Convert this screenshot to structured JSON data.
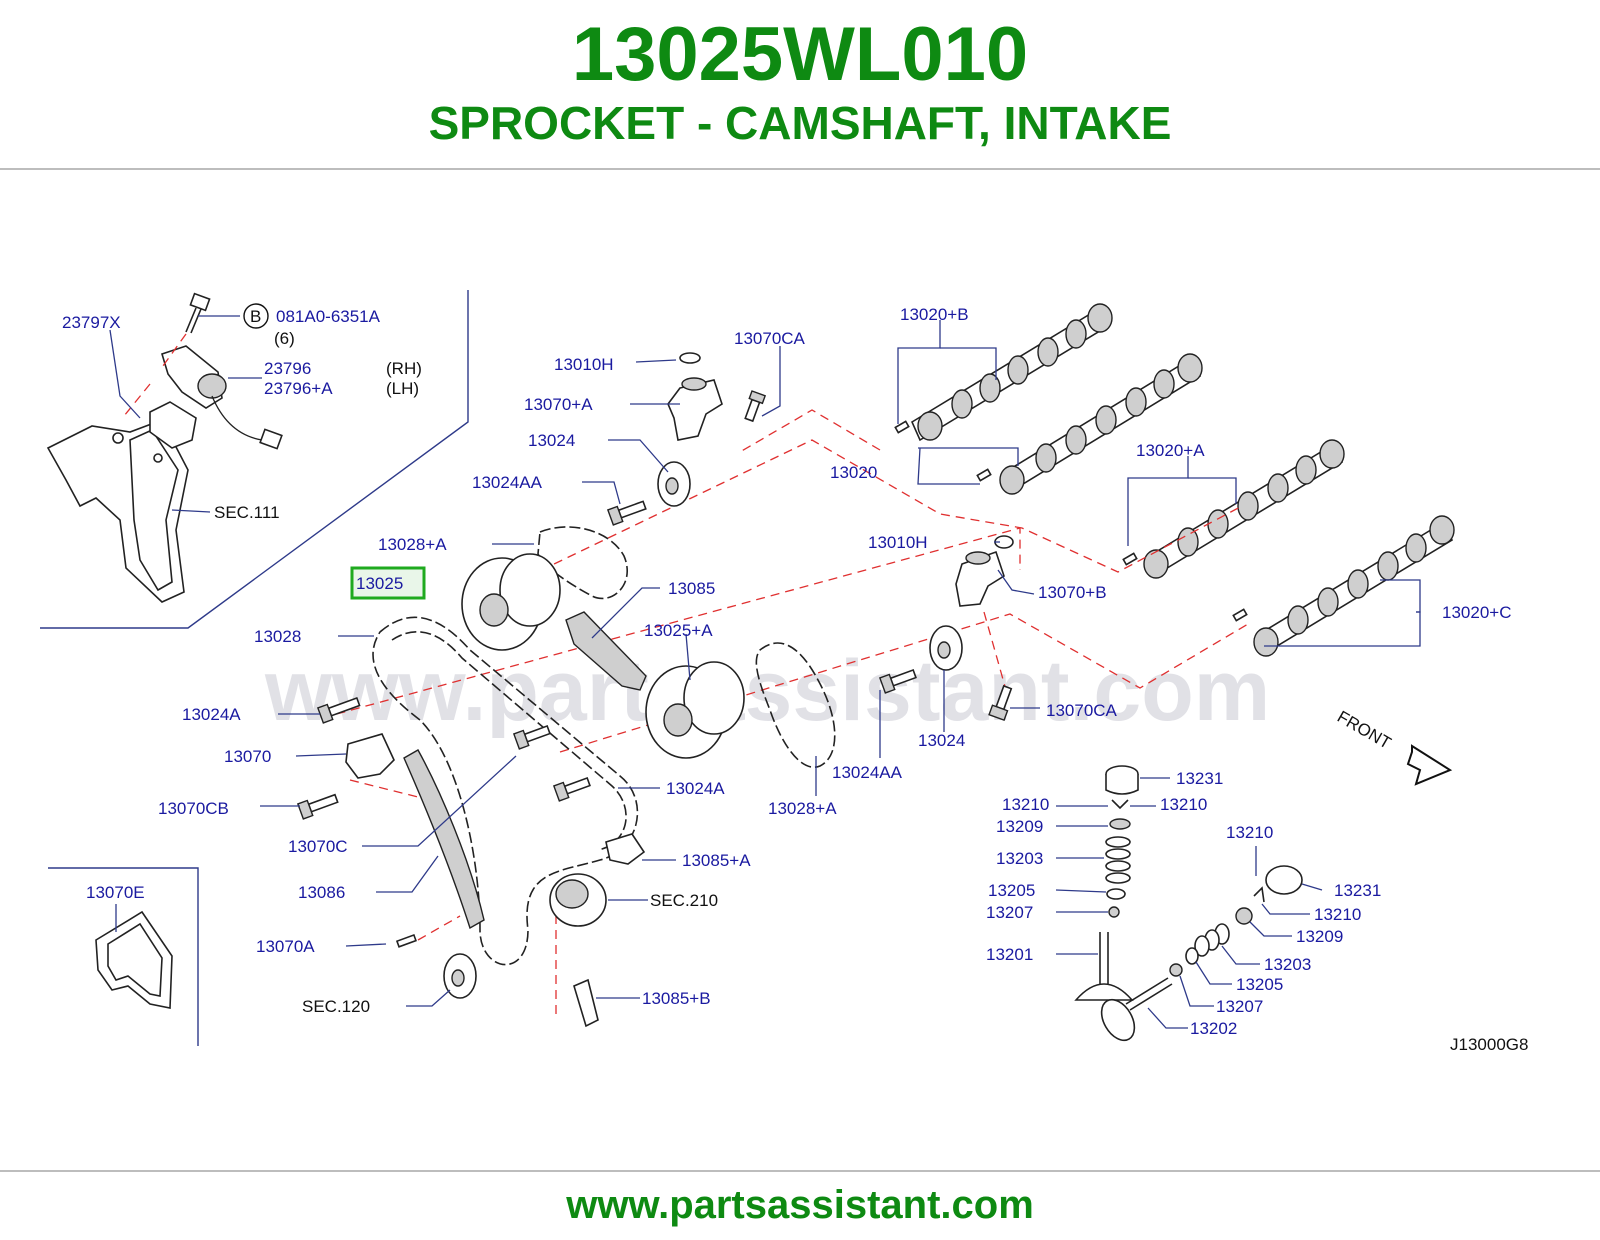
{
  "header": {
    "part_number": "13025WL010",
    "description": "SPROCKET - CAMSHAFT, INTAKE"
  },
  "diagram": {
    "watermark": "www.partsassistant.com",
    "diagram_code": "J13000G8",
    "front_label": "FRONT",
    "highlighted_label": "13025",
    "highlight_color": "#1faa1f",
    "labels": {
      "l_23797x": "23797X",
      "l_bolt_circle": "B",
      "l_081a0": "081A0-6351A",
      "l_qty6": "(6)",
      "l_23796": "23796",
      "l_rh": "(RH)",
      "l_23796a": "23796+A",
      "l_lh": "(LH)",
      "l_sec111": "SEC.111",
      "l_13010h_a": "13010H",
      "l_13070ca_a": "13070CA",
      "l_13070a_plus": "13070+A",
      "l_13024_a": "13024",
      "l_13024aa_a": "13024AA",
      "l_13020b": "13020+B",
      "l_13020": "13020",
      "l_13020a": "13020+A",
      "l_13028a_top": "13028+A",
      "l_13010h_b": "13010H",
      "l_13070b": "13070+B",
      "l_13085": "13085",
      "l_13025a": "13025+A",
      "l_13020c": "13020+C",
      "l_13028": "13028",
      "l_13024a_left": "13024A",
      "l_13070": "13070",
      "l_13070cb": "13070CB",
      "l_13070c": "13070C",
      "l_13086": "13086",
      "l_13070a": "13070A",
      "l_sec120": "SEC.120",
      "l_13070e": "13070E",
      "l_13024a_mid": "13024A",
      "l_13085a": "13085+A",
      "l_sec210": "SEC.210",
      "l_13085b": "13085+B",
      "l_13028a_bot": "13028+A",
      "l_13024aa_b": "13024AA",
      "l_13024_b": "13024",
      "l_13070ca_b": "13070CA",
      "l_13231_a": "13231",
      "l_13210_a": "13210",
      "l_13210_b": "13210",
      "l_13209_a": "13209",
      "l_13203_a": "13203",
      "l_13205_a": "13205",
      "l_13207_a": "13207",
      "l_13201": "13201",
      "l_13210_c": "13210",
      "l_13231_b": "13231",
      "l_13210_d": "13210",
      "l_13209_b": "13209",
      "l_13203_b": "13203",
      "l_13205_b": "13205",
      "l_13207_b": "13207",
      "l_13202": "13202"
    }
  },
  "footer": {
    "url": "www.partsassistant.com"
  }
}
